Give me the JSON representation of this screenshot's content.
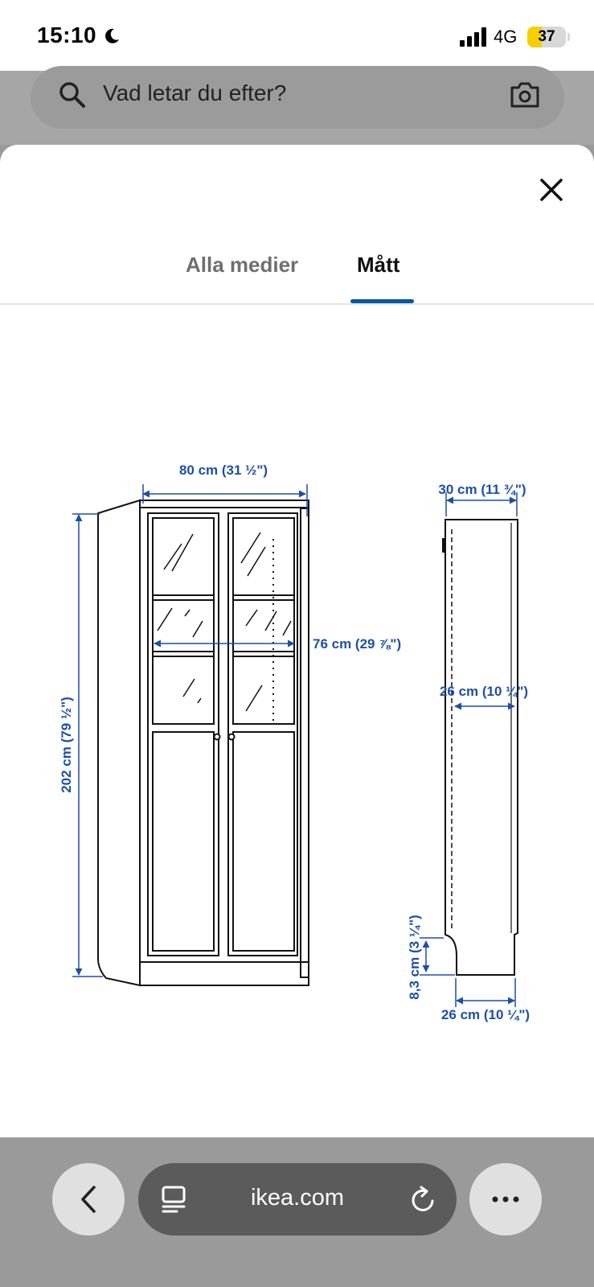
{
  "status": {
    "time": "15:10",
    "network": "4G",
    "battery": "37",
    "battery_level": 0.37
  },
  "search": {
    "placeholder": "Vad letar du efter?"
  },
  "tabs": [
    {
      "label": "Alla medier",
      "active": false
    },
    {
      "label": "Mått",
      "active": true
    }
  ],
  "dimensions": {
    "width": "80 cm (31 ½\")",
    "height": "202 cm (79 ½\")",
    "inner_width": "76 cm (29 ⅞\")",
    "depth": "30 cm (11 ¾\")",
    "inner_depth": "26 cm (10 ¼\")",
    "plinth_height": "8,3 cm (3 ¼\")",
    "base_depth": "26 cm (10 ¼\")"
  },
  "browser": {
    "url": "ikea.com"
  },
  "colors": {
    "accent": "#0058a3",
    "dimension_blue": "#1d4fa8"
  }
}
